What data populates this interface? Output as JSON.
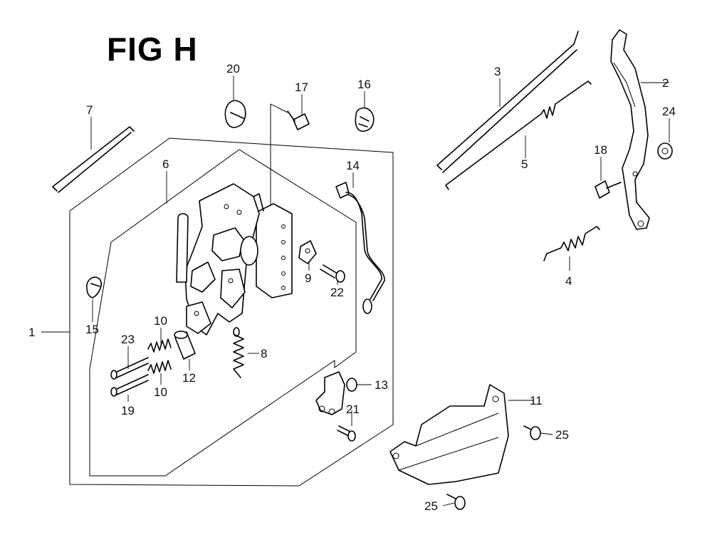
{
  "figure": {
    "title": "FIG H"
  },
  "callouts": {
    "c1": "1",
    "c2": "2",
    "c3": "3",
    "c4": "4",
    "c5": "5",
    "c6": "6",
    "c7": "7",
    "c8": "8",
    "c9": "9",
    "c10a": "10",
    "c10b": "10",
    "c11": "11",
    "c12": "12",
    "c13": "13",
    "c14": "14",
    "c15": "15",
    "c16": "16",
    "c17": "17",
    "c18": "18",
    "c19": "19",
    "c20": "20",
    "c21": "21",
    "c22": "22",
    "c23": "23",
    "c24": "24",
    "c25a": "25",
    "c25b": "25"
  }
}
